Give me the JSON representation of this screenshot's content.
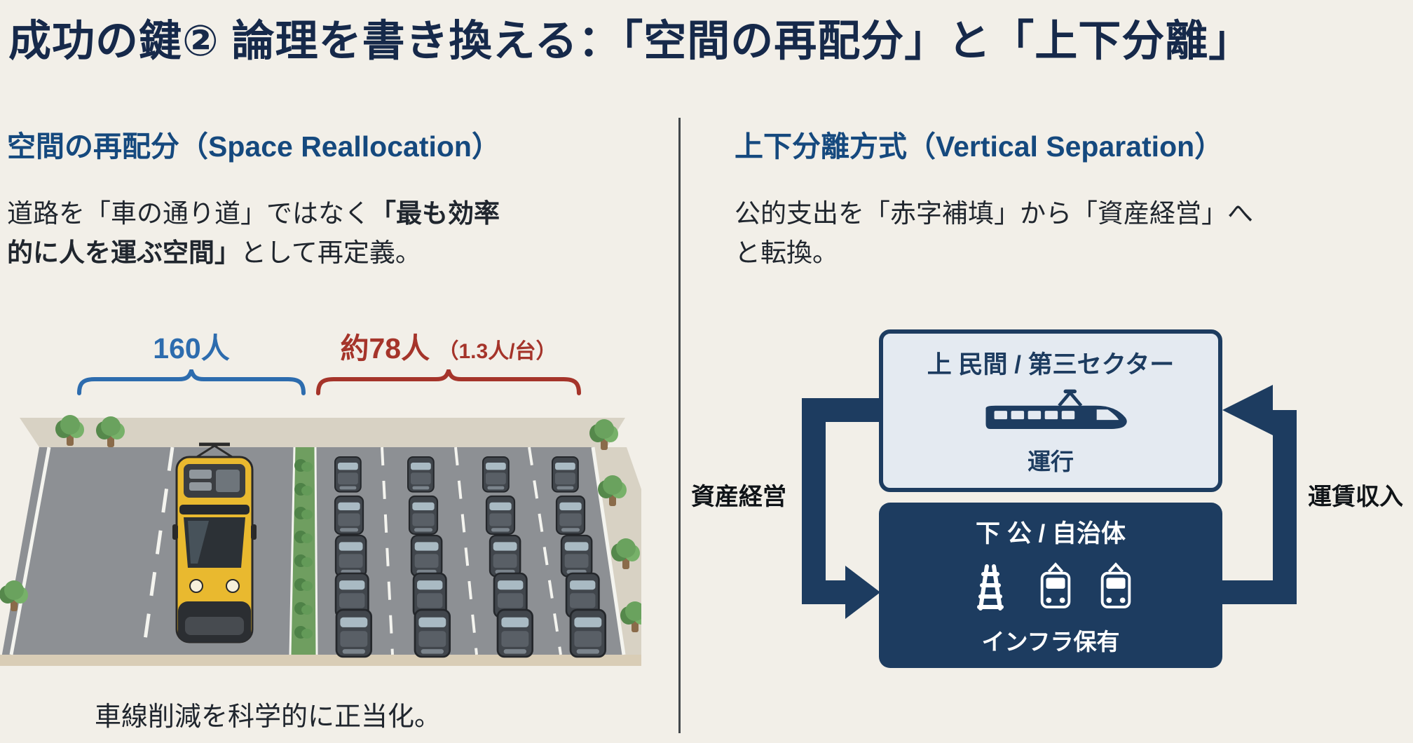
{
  "title": "成功の鍵② 論理を書き換える：「空間の再配分」と「上下分離」",
  "left_panel": {
    "heading": "空間の再配分（Space Reallocation）",
    "body": {
      "part1": "道路を「車の通り道」ではなく",
      "part2_bold": "「最も効率的に人を運ぶ空間」",
      "part3": "として再定義。"
    },
    "tram_count_label": "160人",
    "car_count_label": "約78人",
    "car_count_sub": "（1.3人/台）",
    "caption": "車線削減を科学的に正当化。"
  },
  "right_panel": {
    "heading": "上下分離方式（Vertical Separation）",
    "body": "公的支出を「赤字補填」から「資産経営」へと転換。",
    "upper_box": {
      "title": "上 民間 / 第三セクター",
      "role": "運行"
    },
    "lower_box": {
      "title": "下 公 / 自治体",
      "role": "インフラ保有"
    },
    "left_flow_label": "資産経営",
    "right_flow_label": "運賃収入"
  },
  "icons": {
    "upper_box_icon": "tram-side-icon",
    "lower_box_icons": [
      "rail-track-icon",
      "tram-front-icon",
      "tram-front-icon"
    ]
  },
  "colors": {
    "background": "#f2efe8",
    "title_navy": "#16294a",
    "heading_blue": "#15497e",
    "diagram_navy": "#1d3c60",
    "upper_box_fill": "#e4eaf1",
    "label_blue": "#2d6cae",
    "label_red": "#a5342a",
    "tram_yellow": "#e9b92f",
    "road_gray": "#8d9094",
    "median_green": "#6f9e60"
  }
}
